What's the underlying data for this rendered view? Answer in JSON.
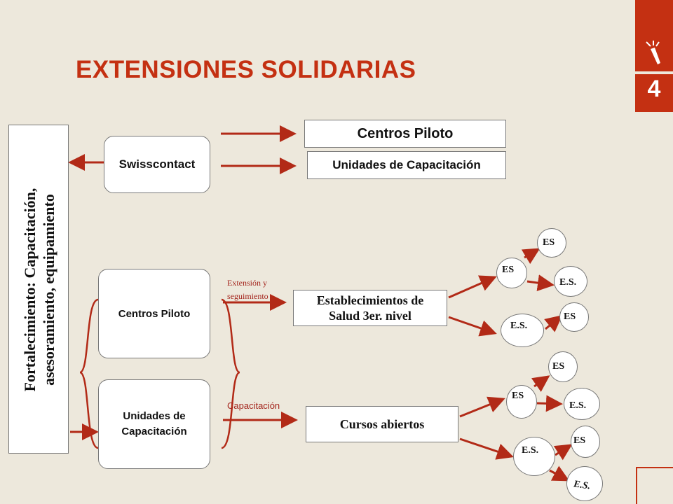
{
  "title": "EXTENSIONES SOLIDARIAS",
  "slide_number": "4",
  "sidebar_text": "Fortalecimiento: Capacitación,\nasesoramiento, equipamiento",
  "nodes": {
    "swisscontact": "Swisscontact",
    "centros_piloto_top": "Centros Piloto",
    "unidades_top": "Unidades de Capacitación",
    "centros_piloto": "Centros Piloto",
    "unidades": "Unidades de\nCapacitación",
    "establecimientos": "Establecimientos de\nSalud 3er. nivel",
    "cursos": "Cursos abiertos"
  },
  "edge_labels": {
    "extension": "Extensión y\nseguimiento",
    "capacitacion": "Capacitación"
  },
  "circles": {
    "c1": "ES",
    "c2": "ES",
    "c3": "E.S.",
    "c4": "E.S.",
    "c5": "ES",
    "c6": "ES",
    "c7": "ES",
    "c8": "E.S.",
    "c9": "E.S.",
    "c10": "ES",
    "c11": "E.S."
  },
  "colors": {
    "accent": "#c43012",
    "arrow": "#b22a17",
    "background": "#ede8dc"
  }
}
